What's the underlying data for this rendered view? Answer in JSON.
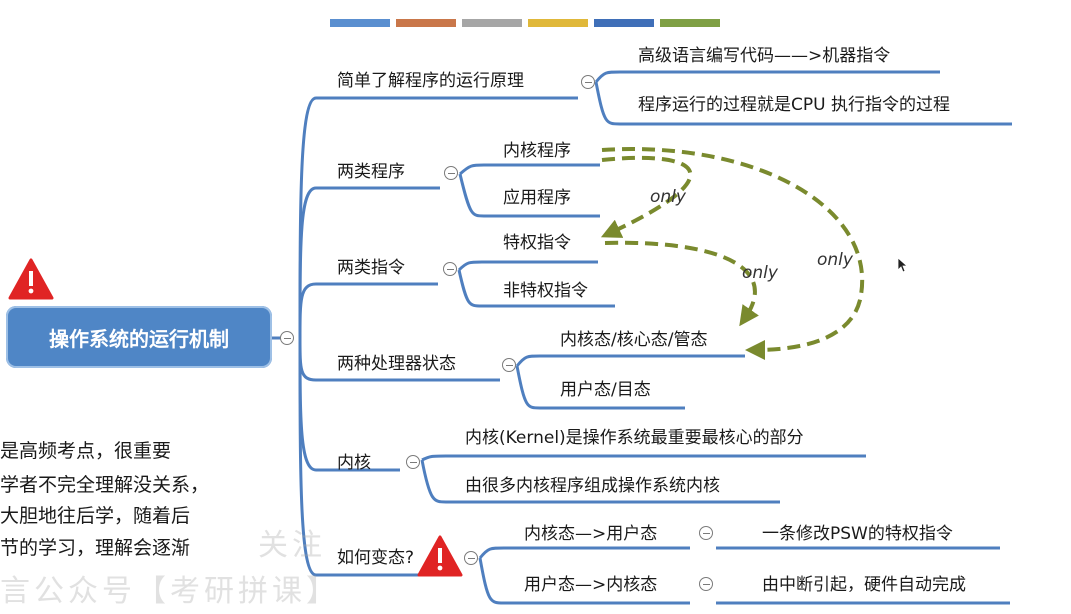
{
  "root": {
    "label": "操作系统的运行机制"
  },
  "branches": [
    {
      "label": "简单了解程序的运行原理",
      "children": [
        "高级语言编写代码——>机器指令",
        "程序运行的过程就是CPU 执行指令的过程"
      ]
    },
    {
      "label": "两类程序",
      "children": [
        "内核程序",
        "应用程序"
      ]
    },
    {
      "label": "两类指令",
      "children": [
        "特权指令",
        "非特权指令"
      ]
    },
    {
      "label": "两种处理器状态",
      "children": [
        "内核态/核心态/管态",
        "用户态/目态"
      ]
    },
    {
      "label": "内核",
      "children": [
        "内核(Kernel)是操作系统最重要最核心的部分",
        "由很多内核程序组成操作系统内核"
      ]
    },
    {
      "label": "如何变态?",
      "children": [
        {
          "label": "内核态—>用户态",
          "detail": "一条修改PSW的特权指令"
        },
        {
          "label": "用户态—>内核态",
          "detail": "由中断引起，硬件自动完成"
        }
      ]
    }
  ],
  "arrow_labels": [
    "only",
    "only",
    "only"
  ],
  "side_note": [
    "是高频考点，很重要",
    "学者不完全理解没关系，",
    "大胆地往后学，随着后",
    "节的学习，理解会逐渐"
  ],
  "watermark": [
    "关注",
    "言公众号【考研拼课】"
  ],
  "colors": {
    "root_fill": "#4f86c6",
    "branch_line": "#4f7fbf",
    "arrow": "#7a8a2e",
    "warning": "#e02424",
    "top_bar": [
      "#5a8fd0",
      "#c9774a",
      "#a6a6a6",
      "#e0b83a",
      "#3f6fb8",
      "#7fa045"
    ]
  }
}
